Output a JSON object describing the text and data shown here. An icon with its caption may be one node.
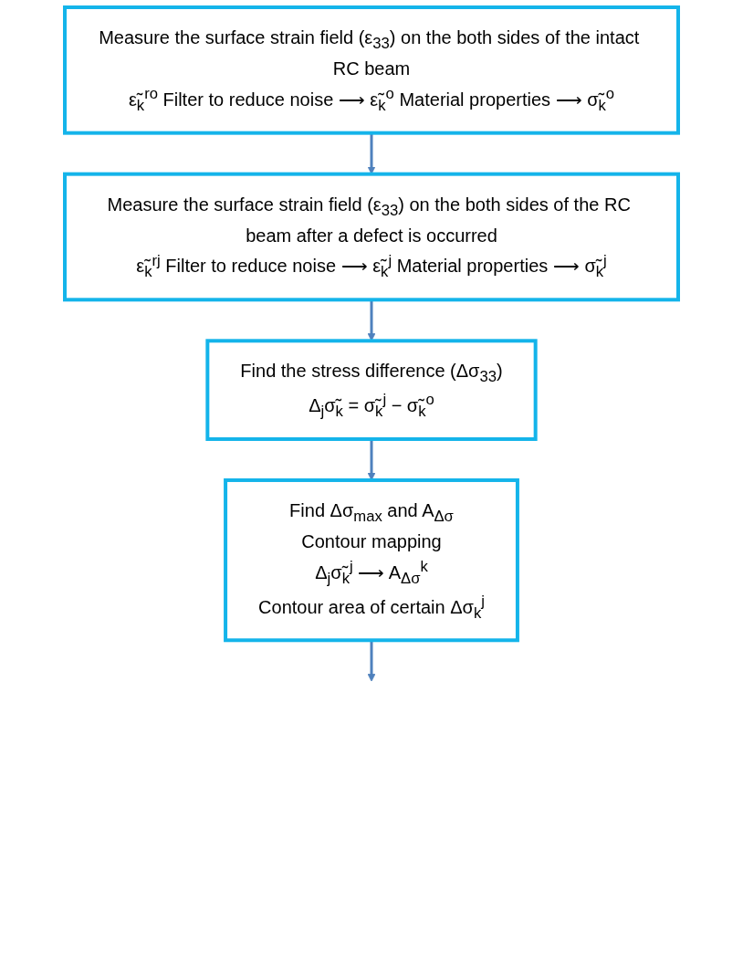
{
  "diagram": {
    "nodes": [
      {
        "text": [
          "Measure the surface strain field (ε$_{33}$) on the both sides of the intact RC beam",
          "ε̃$_{k}$$^{ro}$ Filter to reduce noise ⟶ ε̃$_{k}$$^{o}$ Material properties ⟶ σ̃$_{k}$$^{o}$"
        ]
      },
      {
        "text": [
          "Measure the surface strain field (ε$_{33}$) on the both sides of the RC beam after a defect is occurred",
          "ε̃$_{k}$$^{rj}$ Filter to reduce noise ⟶ ε̃$_{k}$$^{j}$ Material properties ⟶ σ̃$_{k}$$^{j}$"
        ]
      },
      {
        "text": [
          "Find the stress difference (Δσ$_{33}$)",
          "Δ$_{j}$σ̃$_{k}$ = σ̃$_{k}$$^{j}$ − σ̃$_{k}$$^{o}$"
        ]
      },
      {
        "text": [
          "Find Δσ$_{max}$ and A$_{Δσ}$",
          "Contour mapping",
          "Δ$_{j}$σ̃$_{k}$$^{j}$ ⟶ A$_{Δσ}$$^{k}$",
          "Contour area of certain Δσ$_{k}$$^{j}$"
        ]
      }
    ],
    "edges": [
      {
        "from": 0,
        "to": 1,
        "arrow": "to"
      },
      {
        "from": 1,
        "to": 2,
        "arrow": "to"
      },
      {
        "from": 2,
        "to": 3,
        "arrow": "to"
      },
      {
        "from": 3,
        "to": null,
        "arrow": "to"
      }
    ]
  }
}
